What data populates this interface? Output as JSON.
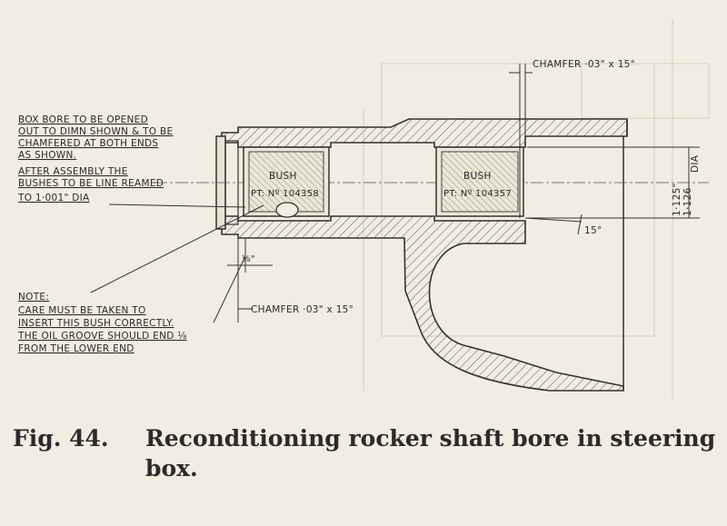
{
  "notes": {
    "bore_note": [
      "BOX BORE TO BE OPENED",
      "OUT TO DIMN SHOWN & TO BE",
      "CHAMFERED AT BOTH ENDS",
      "AS SHOWN.",
      "AFTER ASSEMBLY THE",
      "BUSHES TO BE LINE REAMED",
      "TO 1·001\" DIA"
    ],
    "note_heading": "NOTE:",
    "care_note": [
      "CARE MUST BE TAKEN TO",
      "INSERT THIS BUSH CORRECTLY.",
      "THE OIL GROOVE SHOULD END ⅛",
      "FROM THE LOWER END"
    ]
  },
  "labels": {
    "chamfer_top": "CHAMFER ·03\" x 15°",
    "chamfer_bottom": "CHAMFER ·03\" x 15°",
    "bush_left": "BUSH",
    "bush_left_part": "PT: Nº 104358",
    "bush_right": "BUSH",
    "bush_right_part": "PT: Nº 104357",
    "angle": "15°",
    "dim_small": "⅛\"",
    "dia_upper": "1·125\"",
    "dia_lower": "1·126",
    "dia_unit": "DIA"
  },
  "caption": {
    "fig_label": "Fig. 44.",
    "text": "Reconditioning rocker shaft bore in steering box."
  }
}
